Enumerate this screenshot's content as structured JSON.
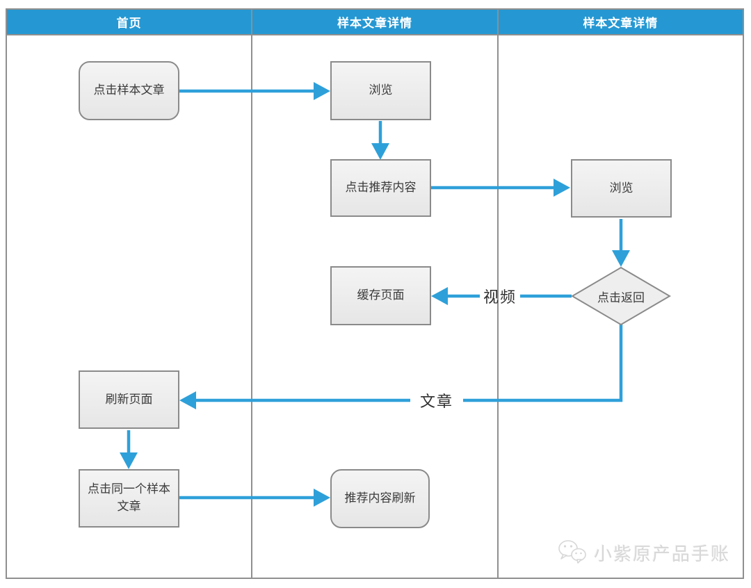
{
  "diagram": {
    "lanes": [
      {
        "label": "首页"
      },
      {
        "label": "样本文章详情"
      },
      {
        "label": "样本文章详情"
      }
    ],
    "nodes": {
      "click_sample_article": {
        "label": "点击样本文章",
        "shape": "rounded-rect"
      },
      "browse_1": {
        "label": "浏览",
        "shape": "rect"
      },
      "click_recommended_content": {
        "label": "点击推荐内容",
        "shape": "rect"
      },
      "browse_2": {
        "label": "浏览",
        "shape": "rect"
      },
      "cache_page": {
        "label": "缓存页面",
        "shape": "rect"
      },
      "click_back": {
        "label": "点击返回",
        "shape": "diamond"
      },
      "refresh_page": {
        "label": "刷新页面",
        "shape": "rect"
      },
      "click_same_sample_article": {
        "label": "点击同一个样本文章",
        "shape": "rect"
      },
      "recommended_content_refresh": {
        "label": "推荐内容刷新",
        "shape": "rounded-rect"
      }
    },
    "edge_labels": {
      "video": "视频",
      "article": "文章"
    },
    "colors": {
      "lane_header_blue": "#2598d3",
      "arrow_blue": "#2ea0d9",
      "node_fill": "#efefef",
      "node_border": "#8a8a8a",
      "lane_border": "#8f8f8f",
      "text": "#3a3a3a"
    }
  },
  "watermark": {
    "text": "小紫原产品手账",
    "icon": "wechat-icon"
  }
}
